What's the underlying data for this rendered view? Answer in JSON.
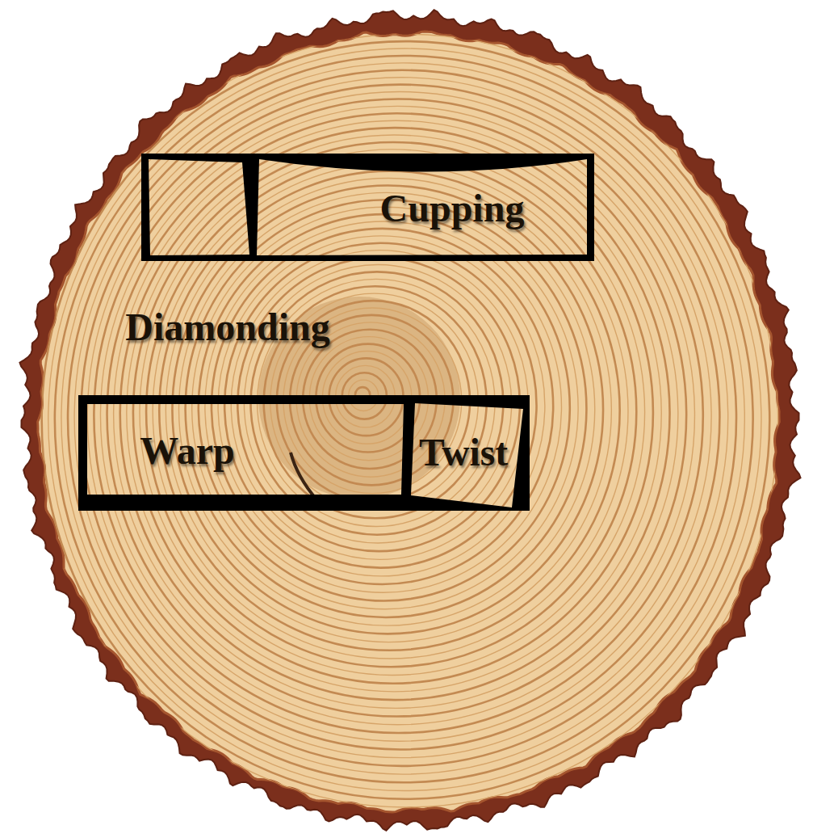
{
  "diagram": {
    "nodes": [
      {
        "text": [
          "Cupping"
        ]
      },
      {
        "text": [
          "Warp"
        ]
      },
      {
        "text": [
          "Twist"
        ]
      }
    ],
    "labels": [
      "Diamonding"
    ]
  }
}
